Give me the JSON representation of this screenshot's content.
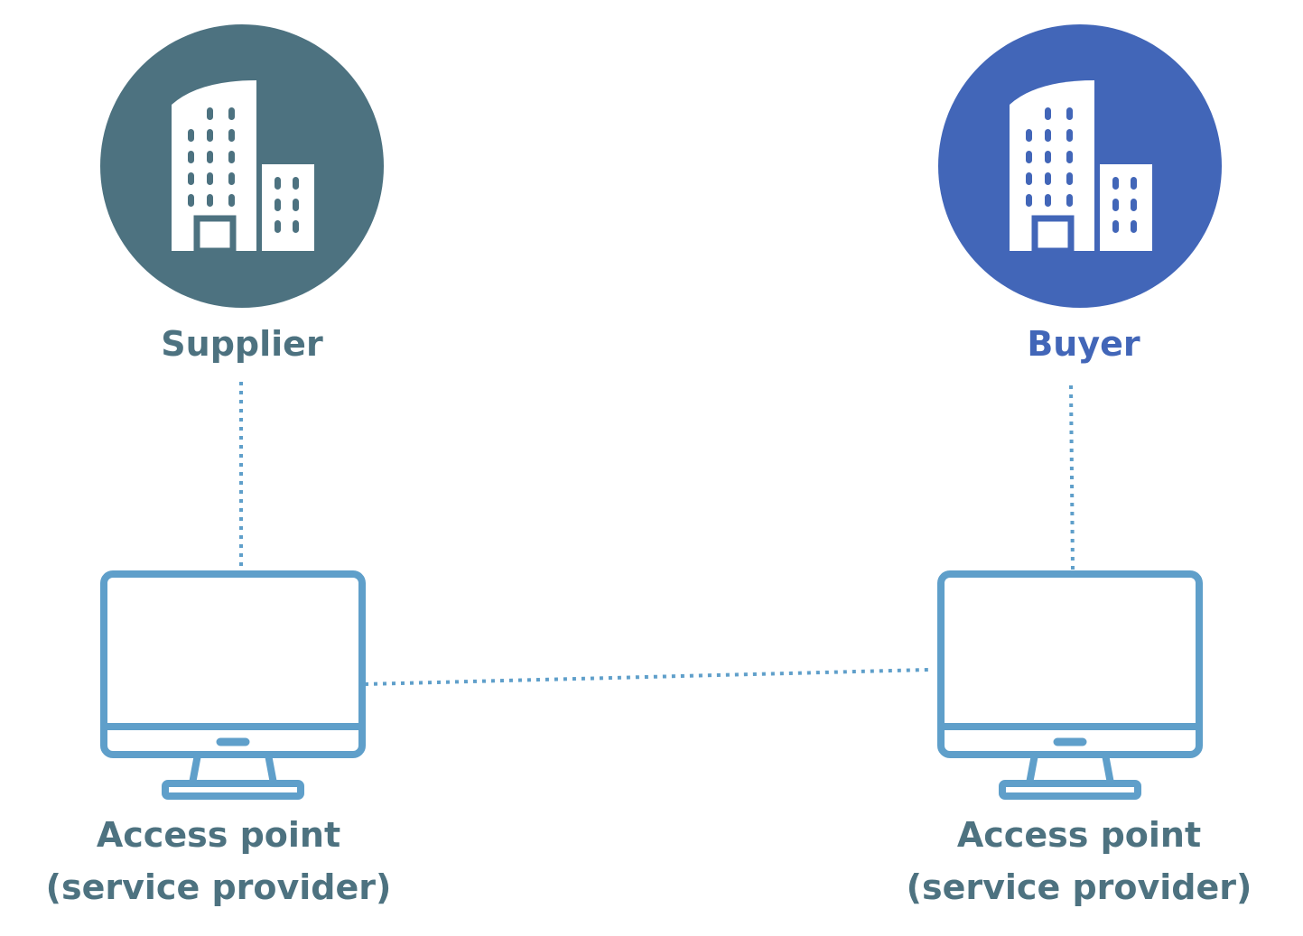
{
  "colors": {
    "supplier": "#4d7280",
    "buyer": "#4266b8",
    "monitor": "#5f9fca",
    "connector": "#5f9fca",
    "icon_fill": "#ffffff",
    "ap_label": "#4d7280"
  },
  "icons": {
    "supplier": "building-icon",
    "buyer": "building-icon",
    "access_points": "monitor-icon"
  },
  "supplier": {
    "label": "Supplier",
    "access_point": {
      "line1": "Access point",
      "line2": "(service provider)"
    }
  },
  "buyer": {
    "label": "Buyer",
    "access_point": {
      "line1": "Access point",
      "line2": "(service provider)"
    }
  }
}
